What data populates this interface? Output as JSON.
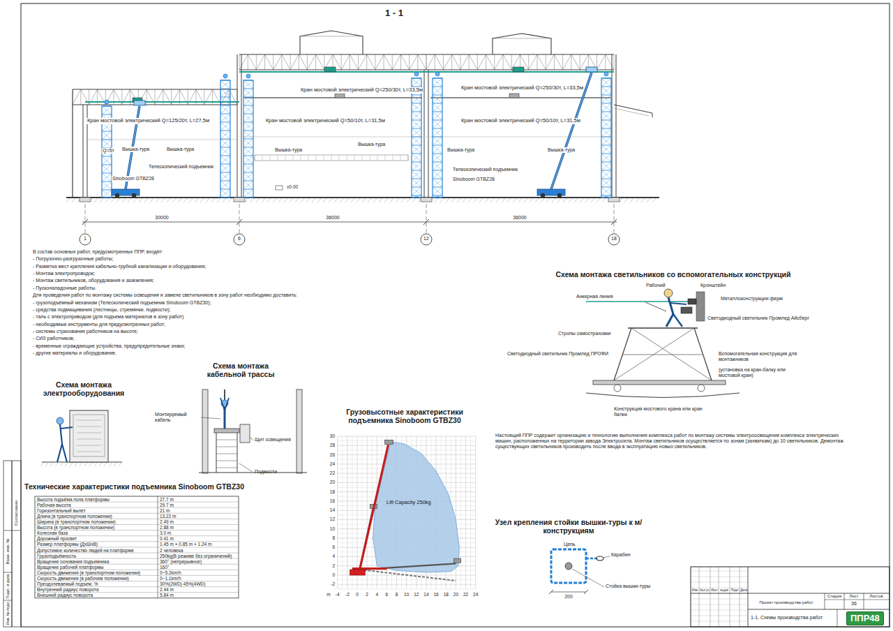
{
  "diagram": {
    "title": "1 - 1",
    "nodes": [
      {
        "text": [
          "ППР48"
        ]
      }
    ],
    "labels": [
      "Кран мостовой электрический Q=250/30т, L=33,5м",
      "Кран мостовой электрический Q=250/30т, L=33,5м",
      "Кран мостовой электрический Q=125/20т, L=27,5м",
      "Кран мостовой электрический Q=50/10т, L=31,5м",
      "Кран мостовой электрический Q=50/10т, L=31,5м",
      "Q=5т",
      "Вышка-тура",
      "Вышка-тура",
      "Вышка-тура",
      "Вышка-тура",
      "Вышка-тура",
      "Вышка-тура",
      "Телескопический подъемник",
      "Sinoboom GTBZ28",
      "Телескопический подъемник",
      "Sinoboom GTBZ28",
      "±0.00",
      "30000",
      "36000",
      "36000",
      "1",
      "6",
      "12",
      "18",
      "В состав основных работ, предусмотренных ППР, входят:",
      "- Погрузочно-разгрузочные работы;",
      "- Разметка мест крепления кабельно-трубной канализации и оборудования;",
      "- Монтаж электропроводок;",
      "- Монтаж светильников, оборудования и заземления;",
      "- Пусконаладочные работы.",
      "Для проведения работ по монтажу системы освещения и замене светильников в зону работ необходимо доставить:",
      "- грузоподъёмный механизм (Телескопический подъемник Sinoboom GTBZ30);",
      "- средства подмащивания (лестницы, стремянки, подмости);",
      "- таль с электроприводом (для подъема материалов в зону работ)",
      "- необходимые инструменты для предусмотренных работ;",
      "- системы страхования работников на высоте;",
      "- СИЗ работников;",
      "- временные ограждающие устройства, предупредительные знаки;",
      "- другие материалы и оборудование.",
      "Схема монтажа электрооборудования",
      "Схема монтажа кабельной трассы",
      "Монтируемый кабель",
      "Щит освещения",
      "Подмости",
      "Технические характеристики подъемника Sinoboom GTBZ30",
      "Высота подъёма пола платформы",
      "27.7 m",
      "Рабочая высота",
      "29.7 m",
      "Горизонтальный вылет",
      "21 m",
      "Длина (в транспортном положении)",
      "13.22 m",
      "Ширина (в транспортном положении)",
      "2.49 m",
      "Высота (в транспортном положении)",
      "2.88 m",
      "Колесная база",
      "3.0 m",
      "Дорожный просвет",
      "0.41 m",
      "Размер платформы (ДхШхВ)",
      "1.45 m × 0.85 m × 1.24 m",
      "Допустимое количество людей на платформе",
      "2 человека",
      "Грузоподъёмность",
      "250kg(В режиме без ограничений)",
      "Вращение основания подъемника",
      "360° (непрерывное)",
      "Вращение рабочей платформы",
      "160°",
      "Скорость движения (в транспортном положении)",
      "0~5.2km/h",
      "Скорость движения (в рабочем положении)",
      "0~1.1km/h",
      "Преодолеваемый подъем, %",
      "30%(2WD) 45%(4WD)",
      "Внутренний радиус поворота",
      "2.44 m",
      "Внешний радиус поворота",
      "5.84 m",
      "Грузовысотные характеристики подъемника Sinoboom GTBZ30",
      "30",
      "28",
      "26",
      "24",
      "22",
      "20",
      "18",
      "16",
      "14",
      "12",
      "10",
      "8",
      "6",
      "4",
      "2",
      "0",
      "-2",
      "m",
      "-4",
      "-2",
      "0",
      "2",
      "4",
      "6",
      "8",
      "10",
      "12",
      "14",
      "16",
      "18",
      "20",
      "22",
      "24",
      "Lift Capacity 250kg",
      "Схема монтажа светильников со вспомогательных конструкций",
      "Рабочий",
      "Кронштейн",
      "Анкерная линия",
      "Металлоконструкции ферм",
      "Светодиодный светильник Промлед Айсберг",
      "Стропы самостраховки",
      "Светодиодный светильник Промлед ПРОФИ",
      "Вспомогательная конструкция для монтажников",
      "(установка на кран-балку или мостовой кран)",
      "Конструкция мостового крана или кран балки",
      "Настоящий ППР содержит организацию и технологию выполнения комплекса работ по монтажу системы электроосвещения комплекса электрических машин, расположенных на территории завода Электросила. Монтаж светильников осуществляется по зонам (захваткам) до 10 светильников. Демонтаж существующих светильников производить после ввода в эксплуатацию новых светильников.",
      "Узел крепления стойки вышки-туры к м/конструкциям",
      "Цепь",
      "Карабин",
      "Стойка вышки-туры",
      "200",
      "Изм",
      "Кол.уч",
      "Лист",
      "№док",
      "Подп",
      "Дата",
      "Проект производства работ",
      "Стадия",
      "Лист",
      "Листов",
      "36",
      "1-1. Схемы производства работ",
      "Согласовано",
      "Взам. инв. №",
      "Подп. и дата",
      "Инв. № подл."
    ]
  }
}
